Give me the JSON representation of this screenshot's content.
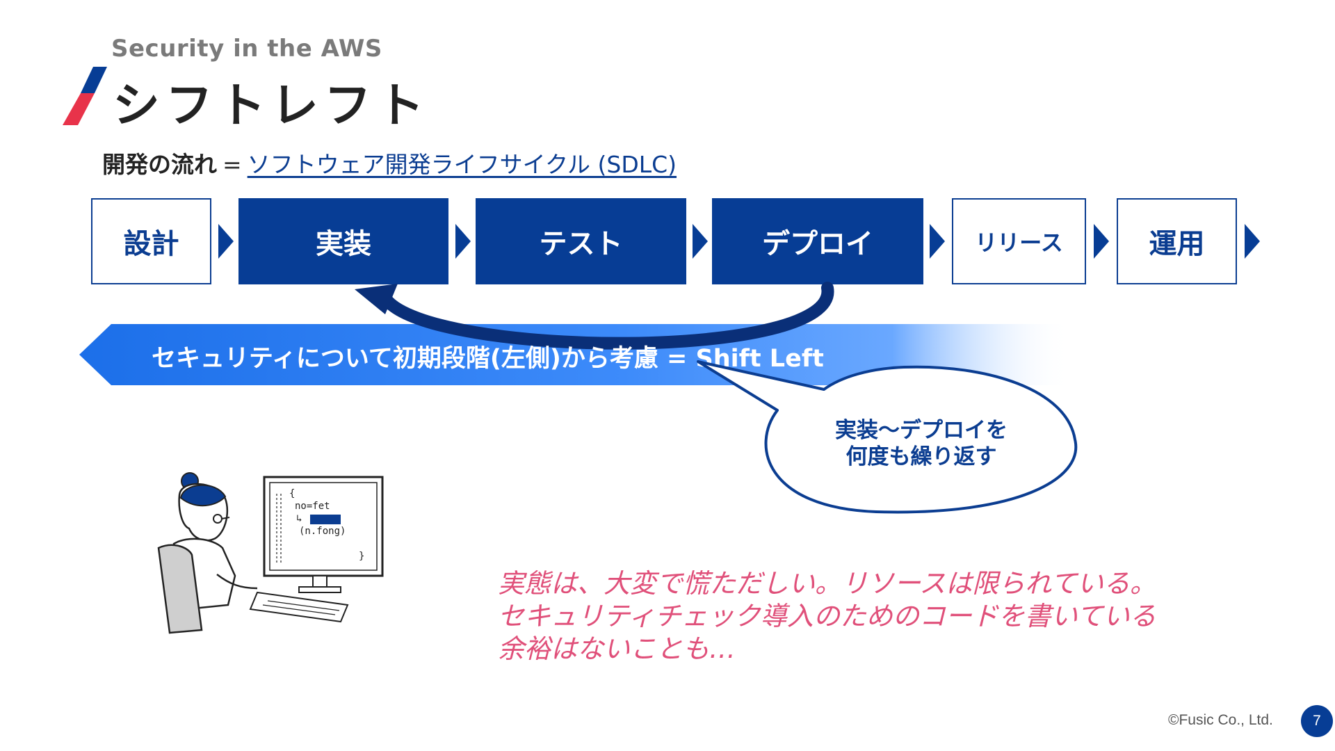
{
  "header": {
    "subtitle": "Security in the AWS",
    "title": "シフトレフト"
  },
  "sdlc": {
    "label": "開発の流れ",
    "equals": "=",
    "link_text": "ソフトウェア開発ライフサイクル (SDLC)"
  },
  "pipeline": {
    "steps": [
      {
        "label": "設計",
        "style": "outline"
      },
      {
        "label": "実装",
        "style": "filled"
      },
      {
        "label": "テスト",
        "style": "filled"
      },
      {
        "label": "デプロイ",
        "style": "filled"
      },
      {
        "label": "リリース",
        "style": "outline"
      },
      {
        "label": "運用",
        "style": "outline"
      }
    ]
  },
  "banner": {
    "text": "セキュリティについて初期段階(左側)から考慮 = Shift Left"
  },
  "bubble": {
    "line1": "実装〜デプロイを",
    "line2": "何度も繰り返す"
  },
  "note": {
    "line1": "実態は、大変で慌ただしい。リソースは限られている。",
    "line2": "セキュリティチェック導入のためのコードを書いている",
    "line3": "余裕はないことも…"
  },
  "illustration": {
    "screen_code": [
      "{",
      "no=fet",
      "↳",
      "(n.fong)",
      "}"
    ]
  },
  "footer": {
    "copyright": "©Fusic Co., Ltd.",
    "page_number": "7"
  },
  "colors": {
    "brand_blue": "#073d95",
    "accent_red": "#e8334a",
    "note_pink": "#e0507a",
    "banner_light": "#6aa8ff"
  }
}
